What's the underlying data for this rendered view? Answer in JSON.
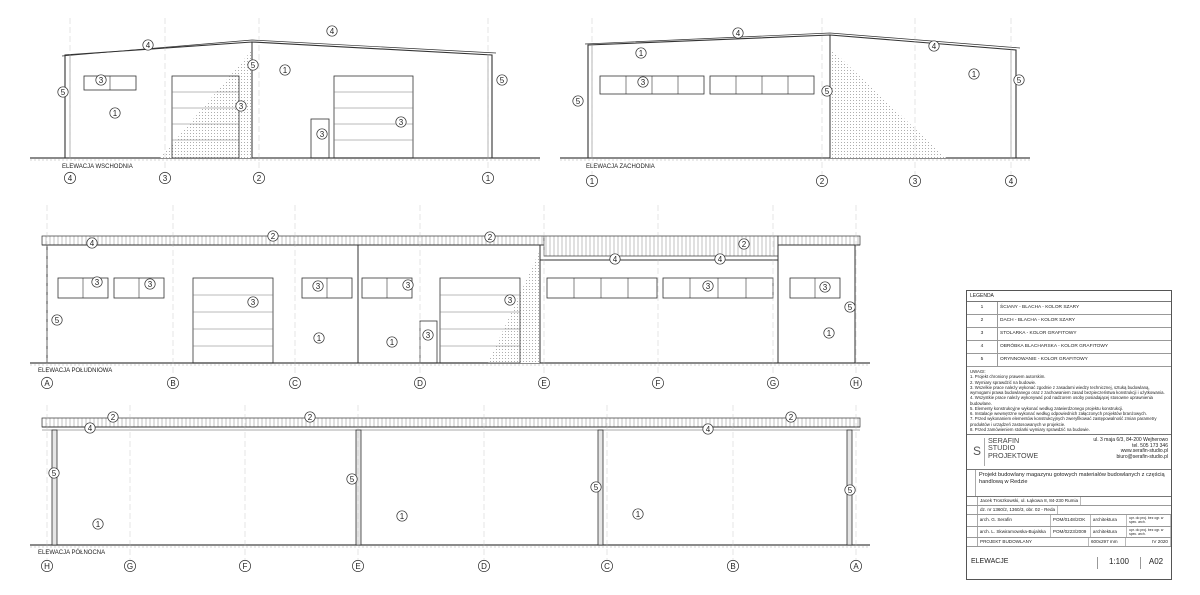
{
  "elevations": {
    "east": {
      "title": "ELEWACJA WSCHODNIA",
      "axes": [
        "4",
        "3",
        "2",
        "1"
      ]
    },
    "west": {
      "title": "ELEWACJA ZACHODNIA",
      "axes": [
        "1",
        "2",
        "3",
        "4"
      ]
    },
    "south": {
      "title": "ELEWACJA POŁUDNIOWA",
      "axes": [
        "A",
        "B",
        "C",
        "D",
        "E",
        "F",
        "G",
        "H"
      ]
    },
    "north": {
      "title": "ELEWACJA PÓŁNOCNA",
      "axes": [
        "H",
        "G",
        "F",
        "E",
        "D",
        "C",
        "B",
        "A"
      ]
    }
  },
  "markers": [
    "1",
    "2",
    "3",
    "4",
    "5"
  ],
  "legend": {
    "title": "LEGENDA",
    "items": [
      {
        "num": "1",
        "text": "ŚCIANY - BLACHA - KOLOR SZARY"
      },
      {
        "num": "2",
        "text": "DACH - BLACHA - KOLOR SZARY"
      },
      {
        "num": "3",
        "text": "STOLARKA - KOLOR GRAFITOWY"
      },
      {
        "num": "4",
        "text": "OBRÓBKA BLACHARSKA - KOLOR GRAFITOWY"
      },
      {
        "num": "5",
        "text": "ORYNNOWANIE - KOLOR GRAFITOWY"
      }
    ]
  },
  "notes": {
    "title": "UWAGI:",
    "lines": [
      "1. Projekt chroniony prawem autorskim.",
      "2. Wymiary sprawdzić na budowie.",
      "3. Wszelkie prace należy wykonać zgodnie z zasadami wiedzy technicznej, sztuką budowlaną, wymogami prawa budowlanego oraz z zachowaniem zasad bezpieczeństwa konstrukcji i użytkowania.",
      "4. Wszystkie prace należy wykonywać pod nadzorem osoby posiadającej stosowne uprawnienia budowlane.",
      "5. Elementy konstrukcyjne wykonać według zatwierdzonego projektu konstrukcji.",
      "6. Instalacje wewnętrzne wykonać według odpowiednich załączonych projektów branżowych.",
      "7. Przed wykonaniem elementów konstrukcyjnych zweryfikować zastępowalność zmian parametry produktów i urządzeń zastosowanych w projekcie.",
      "8. Przed zamówieniem stolarki wymiary sprawdzić na budowie."
    ]
  },
  "studio": {
    "logo": "S",
    "name_lines": [
      "SERAFIN",
      "STUDIO",
      "PROJEKTOWE"
    ],
    "address": "ul. 3 maja 6/3, 84-200 Wejherowo",
    "phone": "tel. 505 173 346",
    "web": "www.serafin-studio.pl",
    "email": "biuro@serafin-studio.pl"
  },
  "project": {
    "title": "Projekt budowlany magazynu gotowych materiałów budowlanych z częścią handlową w Redzie",
    "investor": "Jacek Troszkowski, ul. Łąkowa 8, 84-230 Rumia",
    "plot": "dz. nr 1360/2, 1360/3, obr. 02 - Reda",
    "author1": {
      "name": "arch. G. Serafin",
      "license": "POM/0148/2OK",
      "branch": "architektura",
      "sig": "upr. do proj. bez ogr. w spec. arch."
    },
    "author2": {
      "name": "arch. L. Skwiramowska-Bujalska",
      "license": "POM/0223/2009",
      "branch": "architektura",
      "sig": "upr. do proj. bez ogr. w spec. arch."
    },
    "phase": "PROJEKT BUDOWLANY",
    "format": "600x297 mm",
    "date": "IV 2020",
    "sheet_title": "ELEWACJE",
    "scale": "1:100",
    "drawing_no": "A02"
  }
}
